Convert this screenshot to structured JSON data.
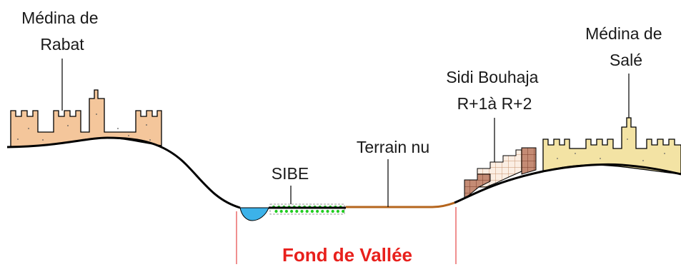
{
  "labels": {
    "medina_rabat": [
      "Médina de",
      "Rabat"
    ],
    "medina_sale": [
      "Médina de",
      "Salé"
    ],
    "sidi_bouhaja": [
      "Sidi Bouhaja",
      "R+1à R+2"
    ],
    "terrain_nu": "Terrain nu",
    "sibe": "SIBE",
    "fond_de_vallee": "Fond de Vallée"
  },
  "colors": {
    "ground_line": "#000000",
    "rabat_wall_fill": "#f4c69b",
    "sale_wall_fill": "#f3e3a4",
    "sidi_bouhaja_fill": "#f7e2d1",
    "sidi_bouhaja_dark": "#b8806a",
    "river": "#3cb2e9",
    "sibe_dots": "#22cc22",
    "terrain_nu_line": "#b5651d",
    "valley_markers": "#e02020",
    "title": "#e8201c"
  }
}
